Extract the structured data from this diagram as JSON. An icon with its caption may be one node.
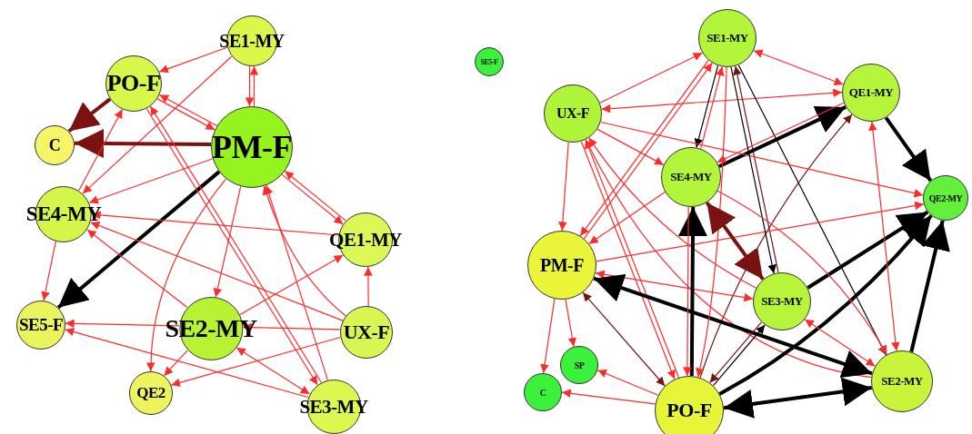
{
  "diagram": {
    "nodes": [
      {
        "text": [
          "SE1-MY"
        ]
      },
      {
        "text": [
          "PO-F"
        ]
      },
      {
        "text": [
          "C"
        ]
      },
      {
        "text": [
          "PM-F"
        ]
      },
      {
        "text": [
          "SE4-MY"
        ]
      },
      {
        "text": [
          "QE1-MY"
        ]
      },
      {
        "text": [
          "SE5-F"
        ]
      },
      {
        "text": [
          "SE2-MY"
        ]
      },
      {
        "text": [
          "UX-F"
        ]
      },
      {
        "text": [
          "QE2"
        ]
      },
      {
        "text": [
          "SE3-MY"
        ]
      },
      {
        "text": [
          "SE5-F"
        ]
      },
      {
        "text": [
          "SE1-MY"
        ]
      },
      {
        "text": [
          "UX-F"
        ]
      },
      {
        "text": [
          "QE1-MY"
        ]
      },
      {
        "text": [
          "SE4-MY"
        ]
      },
      {
        "text": [
          "QE2-MY"
        ]
      },
      {
        "text": [
          "PM-F"
        ]
      },
      {
        "text": [
          "SE3-MY"
        ]
      },
      {
        "text": [
          "SP"
        ]
      },
      {
        "text": [
          "C"
        ]
      },
      {
        "text": [
          "PO-F"
        ]
      },
      {
        "text": [
          "SE2-MY"
        ]
      }
    ],
    "edges": [
      {
        "from": 0,
        "to": 1,
        "arrow": "to"
      },
      {
        "from": 0,
        "to": 4,
        "arrow": "to"
      },
      {
        "from": 3,
        "to": 0,
        "arrow": "to"
      },
      {
        "from": 0,
        "to": 3,
        "arrow": "to"
      },
      {
        "from": 1,
        "to": 2,
        "arrow": "to",
        "style": "thick",
        "color": "#7a1212"
      },
      {
        "from": 3,
        "to": 2,
        "arrow": "to",
        "style": "thick",
        "color": "#7a1212"
      },
      {
        "from": 3,
        "to": 1,
        "arrow": "to"
      },
      {
        "from": 1,
        "to": 3,
        "arrow": "to"
      },
      {
        "from": 4,
        "to": 1,
        "arrow": "to"
      },
      {
        "from": 3,
        "to": 4,
        "arrow": "to"
      },
      {
        "from": 3,
        "to": 6,
        "arrow": "to",
        "style": "thick",
        "color": "#000000"
      },
      {
        "from": 10,
        "to": 1,
        "arrow": "to"
      },
      {
        "from": 1,
        "to": 10,
        "arrow": "to"
      },
      {
        "from": 3,
        "to": 7,
        "arrow": "to"
      },
      {
        "from": 3,
        "to": 9,
        "arrow": "to"
      },
      {
        "from": 3,
        "to": 5,
        "arrow": "to"
      },
      {
        "from": 5,
        "to": 3,
        "arrow": "to"
      },
      {
        "from": 8,
        "to": 3,
        "arrow": "to"
      },
      {
        "from": 10,
        "to": 3,
        "arrow": "to"
      },
      {
        "from": 5,
        "to": 4,
        "arrow": "to"
      },
      {
        "from": 8,
        "to": 4,
        "arrow": "to"
      },
      {
        "from": 7,
        "to": 4,
        "arrow": "to"
      },
      {
        "from": 4,
        "to": 6,
        "arrow": "to"
      },
      {
        "from": 7,
        "to": 6,
        "arrow": "to"
      },
      {
        "from": 10,
        "to": 6,
        "arrow": "to"
      },
      {
        "from": 8,
        "to": 7,
        "arrow": "to"
      },
      {
        "from": 7,
        "to": 5,
        "arrow": "to"
      },
      {
        "from": 8,
        "to": 5,
        "arrow": "to"
      },
      {
        "from": 7,
        "to": 9,
        "arrow": "to"
      },
      {
        "from": 8,
        "to": 9,
        "arrow": "to"
      },
      {
        "from": 7,
        "to": 10,
        "arrow": "both"
      },
      {
        "from": 13,
        "to": 12,
        "arrow": "to"
      },
      {
        "from": 12,
        "to": 14,
        "arrow": "both"
      },
      {
        "from": 14,
        "to": 13,
        "arrow": "both"
      },
      {
        "from": 12,
        "to": 15,
        "arrow": "to",
        "color": "#000000"
      },
      {
        "from": 15,
        "to": 12,
        "arrow": "to"
      },
      {
        "from": 18,
        "to": 12,
        "arrow": "to",
        "color": "#7a1212"
      },
      {
        "from": 12,
        "to": 22,
        "arrow": "to",
        "color": "#000000"
      },
      {
        "from": 17,
        "to": 12,
        "arrow": "to"
      },
      {
        "from": 15,
        "to": 14,
        "arrow": "to",
        "style": "thick",
        "color": "#000000"
      },
      {
        "from": 14,
        "to": 15,
        "arrow": "to"
      },
      {
        "from": 21,
        "to": 14,
        "arrow": "to",
        "color": "#7a1212"
      },
      {
        "from": 14,
        "to": 16,
        "arrow": "to",
        "style": "thick",
        "color": "#000000"
      },
      {
        "from": 13,
        "to": 16,
        "arrow": "to"
      },
      {
        "from": 13,
        "to": 15,
        "arrow": "to"
      },
      {
        "from": 18,
        "to": 13,
        "arrow": "to"
      },
      {
        "from": 22,
        "to": 13,
        "arrow": "to"
      },
      {
        "from": 21,
        "to": 13,
        "arrow": "to"
      },
      {
        "from": 13,
        "to": 17,
        "arrow": "to"
      },
      {
        "from": 13,
        "to": 21,
        "arrow": "to"
      },
      {
        "from": 15,
        "to": 17,
        "arrow": "to"
      },
      {
        "from": 12,
        "to": 17,
        "arrow": "to"
      },
      {
        "from": 17,
        "to": 16,
        "arrow": "to"
      },
      {
        "from": 17,
        "to": 18,
        "arrow": "both"
      },
      {
        "from": 17,
        "to": 22,
        "arrow": "both",
        "style": "thick",
        "color": "#000000"
      },
      {
        "from": 17,
        "to": 21,
        "arrow": "both",
        "color": "#7a1212"
      },
      {
        "from": 17,
        "to": 20,
        "arrow": "to"
      },
      {
        "from": 17,
        "to": 19,
        "arrow": "to"
      },
      {
        "from": 21,
        "to": 19,
        "arrow": "to"
      },
      {
        "from": 21,
        "to": 20,
        "arrow": "to"
      },
      {
        "from": 21,
        "to": 15,
        "arrow": "to",
        "style": "thick",
        "color": "#000000"
      },
      {
        "from": 15,
        "to": 21,
        "arrow": "to"
      },
      {
        "from": 12,
        "to": 21,
        "arrow": "to"
      },
      {
        "from": 18,
        "to": 21,
        "arrow": "to",
        "color": "#7a1212"
      },
      {
        "from": 21,
        "to": 18,
        "arrow": "to",
        "color": "#000000"
      },
      {
        "from": 21,
        "to": 16,
        "arrow": "to",
        "style": "thick",
        "color": "#000000"
      },
      {
        "from": 21,
        "to": 22,
        "arrow": "both",
        "style": "thick",
        "color": "#000000"
      },
      {
        "from": 18,
        "to": 16,
        "arrow": "to",
        "style": "thick",
        "color": "#000000"
      },
      {
        "from": 22,
        "to": 16,
        "arrow": "to",
        "style": "thick",
        "color": "#000000"
      },
      {
        "from": 15,
        "to": 18,
        "arrow": "both",
        "style": "thick",
        "color": "#7a1212"
      },
      {
        "from": 12,
        "to": 18,
        "arrow": "to",
        "color": "#000000"
      },
      {
        "from": 18,
        "to": 22,
        "arrow": "both"
      },
      {
        "from": 15,
        "to": 22,
        "arrow": "to"
      },
      {
        "from": 14,
        "to": 22,
        "arrow": "both"
      }
    ]
  }
}
